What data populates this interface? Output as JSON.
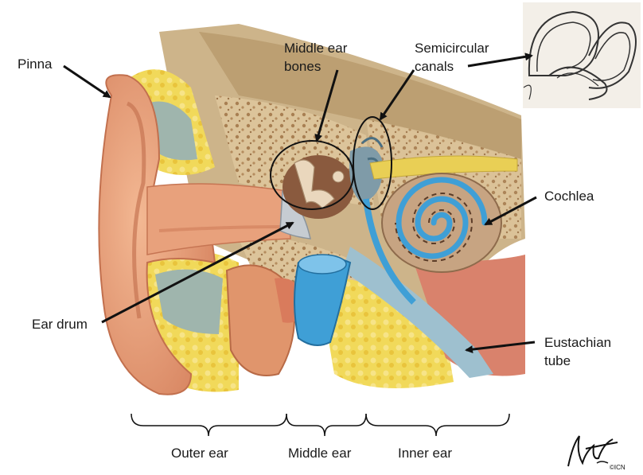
{
  "labels": {
    "pinna": "Pinna",
    "middle_ear_bones_1": "Middle ear",
    "middle_ear_bones_2": "bones",
    "semicircular_1": "Semicircular",
    "semicircular_2": "canals",
    "cochlea": "Cochlea",
    "ear_drum": "Ear drum",
    "eustachian_1": "Eustachian",
    "eustachian_2": "tube",
    "outer_ear": "Outer ear",
    "middle_ear": "Middle ear",
    "inner_ear": "Inner ear"
  },
  "signature": {
    "text": "F. Netter M.D.",
    "mark": "©ICN"
  },
  "colors": {
    "skin": "#e8a17c",
    "skin_dark": "#cf7d5a",
    "bone": "#d9c29a",
    "bone_spongy": "#c9a676",
    "fat": "#efd34a",
    "cartilage": "#9fb5ad",
    "tube_blue": "#3f9fd6",
    "muscle": "#d9826c",
    "cochlea_fluid": "#5ab0dc",
    "arrow": "#111111"
  }
}
